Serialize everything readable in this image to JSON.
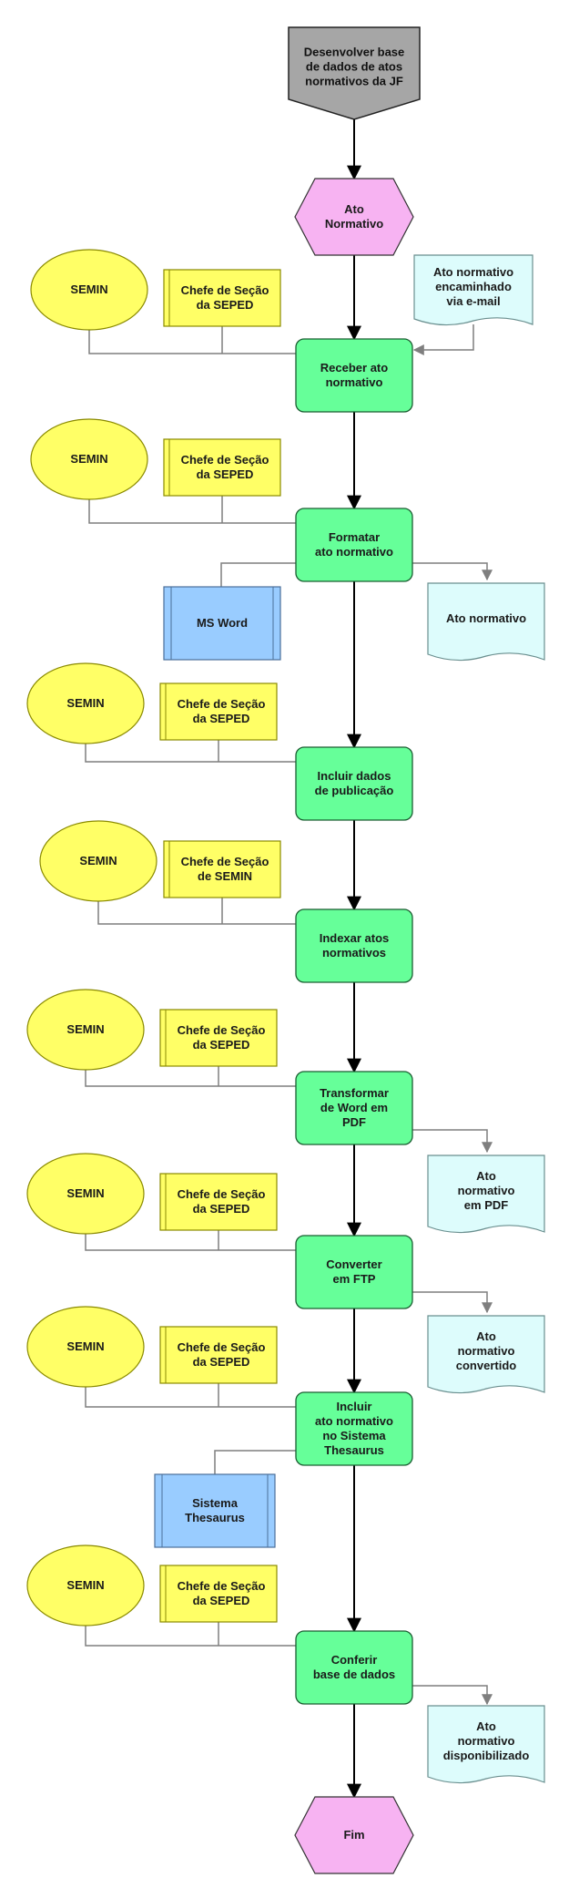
{
  "start": {
    "lines": [
      "Desenvolver base",
      "de dados de atos",
      "normativos da JF"
    ]
  },
  "first_event": {
    "lines": [
      "Ato",
      "Normativo"
    ]
  },
  "input_doc": {
    "lines": [
      "Ato normativo",
      "encaminhado",
      "via e-mail"
    ]
  },
  "steps": [
    {
      "function": [
        "Receber ato",
        "normativo"
      ],
      "org": [
        "SEMIN"
      ],
      "role": [
        "Chefe de Seção",
        "da SEPED"
      ]
    },
    {
      "function": [
        "Formatar",
        "ato normativo"
      ],
      "org": [
        "SEMIN"
      ],
      "role": [
        "Chefe de Seção",
        "da SEPED"
      ],
      "system": [
        "MS Word"
      ],
      "output": [
        "Ato normativo"
      ]
    },
    {
      "function": [
        "Incluir dados",
        "de publicação"
      ],
      "org": [
        "SEMIN"
      ],
      "role": [
        "Chefe de Seção",
        "da SEPED"
      ]
    },
    {
      "function": [
        "Indexar atos",
        "normativos"
      ],
      "org": [
        "SEMIN"
      ],
      "role": [
        "Chefe de Seção",
        "de SEMIN"
      ]
    },
    {
      "function": [
        "Transformar",
        "de Word em",
        "PDF"
      ],
      "org": [
        "SEMIN"
      ],
      "role": [
        "Chefe de Seção",
        "da SEPED"
      ],
      "output": [
        "Ato",
        "normativo",
        "em PDF"
      ]
    },
    {
      "function": [
        "Converter",
        "em FTP"
      ],
      "org": [
        "SEMIN"
      ],
      "role": [
        "Chefe de Seção",
        "da SEPED"
      ],
      "output": [
        "Ato",
        "normativo",
        "convertido"
      ]
    },
    {
      "function": [
        "Incluir",
        "ato normativo",
        "no Sistema",
        "Thesaurus"
      ],
      "org": [
        "SEMIN"
      ],
      "role": [
        "Chefe de Seção",
        "da SEPED"
      ],
      "system": [
        "Sistema",
        "Thesaurus"
      ]
    },
    {
      "function": [
        "Conferir",
        "base de dados"
      ],
      "org": [
        "SEMIN"
      ],
      "role": [
        "Chefe de Seção",
        "da SEPED"
      ],
      "output": [
        "Ato",
        "normativo",
        "disponibilizado"
      ]
    }
  ],
  "end": {
    "lines": [
      "Fim"
    ]
  },
  "colors": {
    "start_fill": "#a6a6a6",
    "event_fill": "#f7b3f2",
    "function_fill": "#66ff99",
    "org_fill": "#ffff66",
    "role_fill": "#ffff66",
    "system_fill": "#99ccff",
    "document_fill": "#ddfcfc",
    "connector": "#000000",
    "assoc_line": "#7f7f7f"
  }
}
